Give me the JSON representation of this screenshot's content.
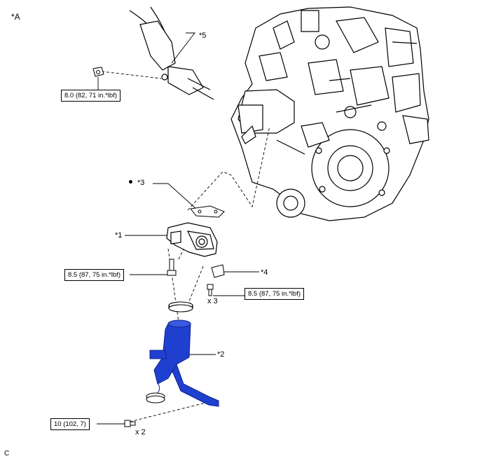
{
  "view_label": "*A",
  "corner_code": "C",
  "parts": {
    "p1": "*1",
    "p2": "*2",
    "p3": "*3",
    "p4": "*4",
    "p5": "*5"
  },
  "torques": {
    "t_nut_top": "8.0 (82, 71 in.*lbf)",
    "t_bolt_left": "8.5 (87, 75 in.*lbf)",
    "t_bolt_right": "8.5 (87, 75 in.*lbf)",
    "t_bolt_bottom": "10 (102, 7)"
  },
  "quantities": {
    "q_right": "x 3",
    "q_bottom": "x 2"
  },
  "colors": {
    "highlight_part": "#1f3fcf",
    "highlight_dark": "#0f2590",
    "line": "#000000"
  }
}
